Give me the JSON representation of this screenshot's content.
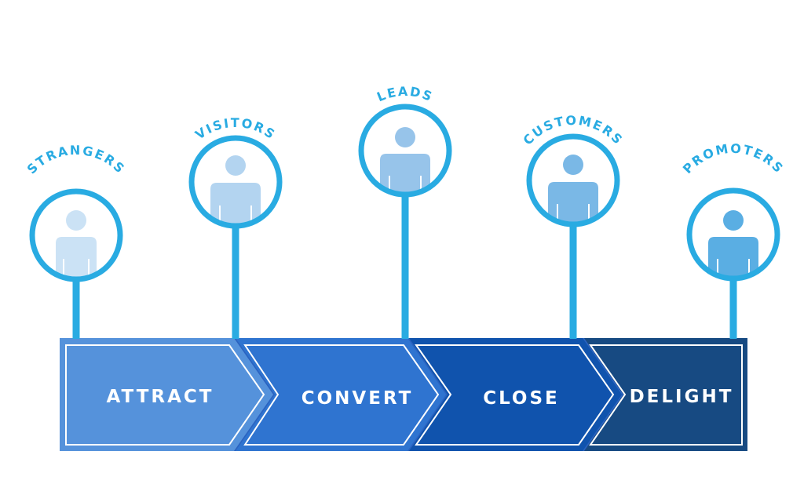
{
  "colors": {
    "ring": "#29abe2",
    "label": "#29abe2",
    "band_bg": "#2b63c0",
    "stage_text": "#ffffff"
  },
  "personas": [
    {
      "label": "STRANGERS",
      "icon": "person-icon",
      "color": "#cbe2f5"
    },
    {
      "label": "VISITORS",
      "icon": "person-icon",
      "color": "#b3d4f0"
    },
    {
      "label": "LEADS",
      "icon": "person-icon",
      "color": "#97c4ea"
    },
    {
      "label": "CUSTOMERS",
      "icon": "person-icon",
      "color": "#7ab8e6"
    },
    {
      "label": "PROMOTERS",
      "icon": "person-icon",
      "color": "#5aaee3"
    }
  ],
  "stages": [
    {
      "label": "ATTRACT",
      "color": "#5592db"
    },
    {
      "label": "CONVERT",
      "color": "#2f74d0"
    },
    {
      "label": "CLOSE",
      "color": "#1053ad"
    },
    {
      "label": "DELIGHT",
      "color": "#174a82"
    }
  ]
}
